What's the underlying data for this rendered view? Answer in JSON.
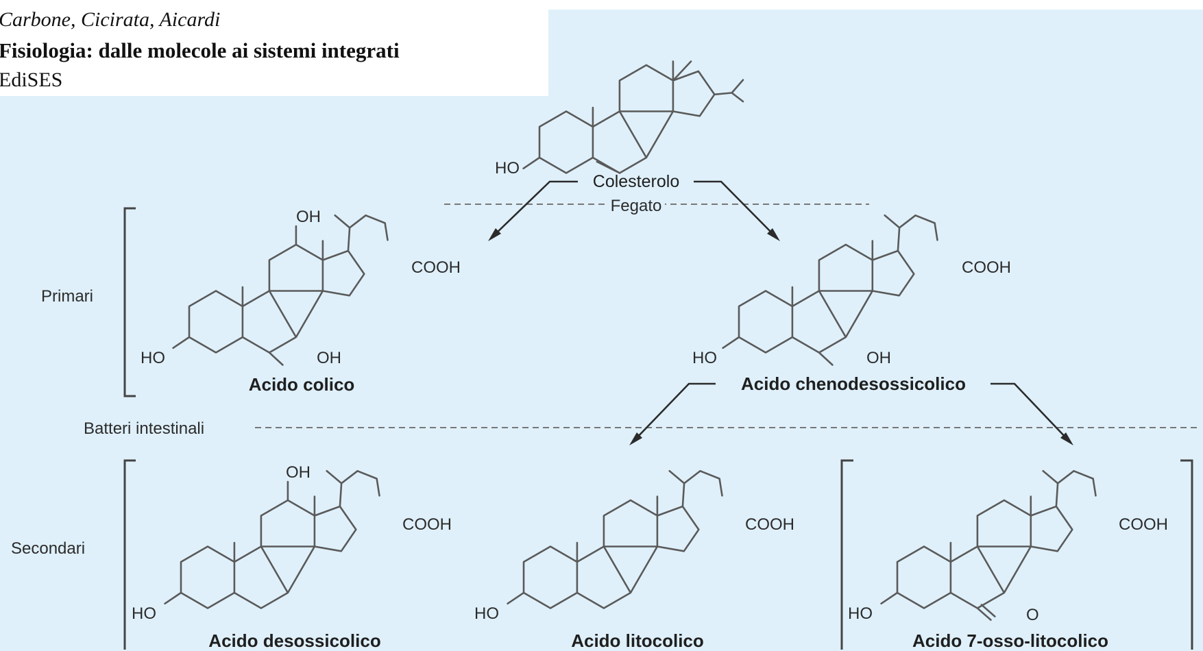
{
  "caption": {
    "authors": "Carbone, Cicirata, Aicardi",
    "title": "Fisiologia: dalle molecole ai sistemi integrati",
    "publisher": "EdiSES"
  },
  "regions": {
    "fegato": "Fegato",
    "batteri": "Batteri intestinali",
    "primari": "Primari",
    "secondari": "Secondari"
  },
  "molecules": {
    "colesterolo": "Colesterolo",
    "colico": "Acido colico",
    "chenodesossicolico": "Acido chenodesossicolico",
    "desossicolico": "Acido desossicolico",
    "litocolico": "Acido litocolico",
    "osso": "Acido 7-osso-litocolico"
  },
  "groups": {
    "ho": "HO",
    "oh": "OH",
    "cooh": "COOH",
    "o": "O"
  },
  "colors": {
    "background": "#dff0fa",
    "ink": "#2b2b2b",
    "bond": "#5a5a5a",
    "dash": "#777777"
  }
}
